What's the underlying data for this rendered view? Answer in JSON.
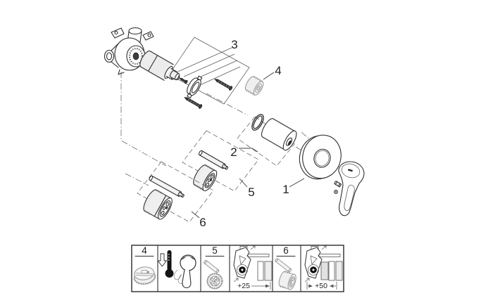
{
  "figure": {
    "kind": "exploded-parts-diagram",
    "background": "#ffffff"
  },
  "parts": [
    {
      "label": "1"
    },
    {
      "label": "2"
    },
    {
      "label": "3"
    },
    {
      "label": "4"
    },
    {
      "label": "5"
    },
    {
      "label": "6"
    }
  ],
  "legend": {
    "cells": [
      {
        "type": "part-ref",
        "label": "4",
        "icon": "knurled-cap-icon"
      },
      {
        "type": "instruction",
        "icon": "cold-thermometer-and-lever-icon"
      },
      {
        "type": "part-ref",
        "label": "5",
        "icon": "extension-rod-and-wheel-icon"
      },
      {
        "type": "dimension",
        "annotation": "+25",
        "icon": "wall-valve-section-icon"
      },
      {
        "type": "part-ref",
        "label": "6",
        "icon": "extension-rod-and-cylinder-icon"
      },
      {
        "type": "dimension",
        "annotation": "+50",
        "icon": "wall-valve-section-icon"
      }
    ]
  },
  "colors": {
    "background": "#ffffff",
    "line": "#2e2e2e",
    "muted_gray": "#9b9b9b",
    "fill_light": "#ececec",
    "ink_dark": "#141414"
  }
}
